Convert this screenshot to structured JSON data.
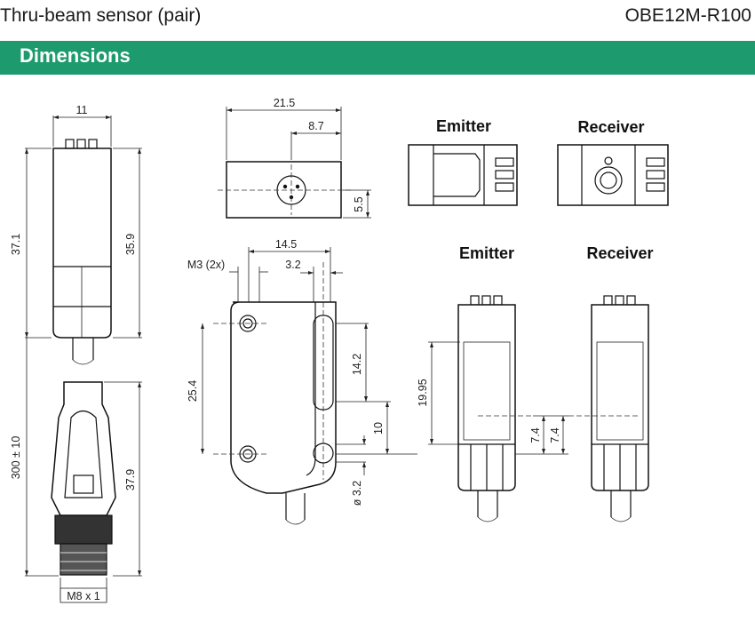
{
  "header": {
    "title": "Thru-beam sensor (pair)",
    "model": "OBE12M-R100"
  },
  "section": {
    "title": "Dimensions"
  },
  "labels": {
    "emitter_top": "Emitter",
    "receiver_top": "Receiver",
    "emitter_bottom": "Emitter",
    "receiver_bottom": "Receiver"
  },
  "dims": {
    "d11": "11",
    "d37_1": "37.1",
    "d35_9": "35.9",
    "d300": "300 ± 10",
    "d37_9": "37.9",
    "m8": "M8 x 1",
    "d21_5": "21.5",
    "d8_7": "8.7",
    "d5_5": "5.5",
    "d14_5": "14.5",
    "m3": "M3 (2x)",
    "d3_2": "3.2",
    "d25_4": "25.4",
    "d14_2": "14.2",
    "d10": "10",
    "dia3_2": "ø 3.2",
    "d19_95": "19.95",
    "d7_4a": "7.4",
    "d7_4b": "7.4"
  },
  "colors": {
    "banner": "#1d9b6f"
  }
}
